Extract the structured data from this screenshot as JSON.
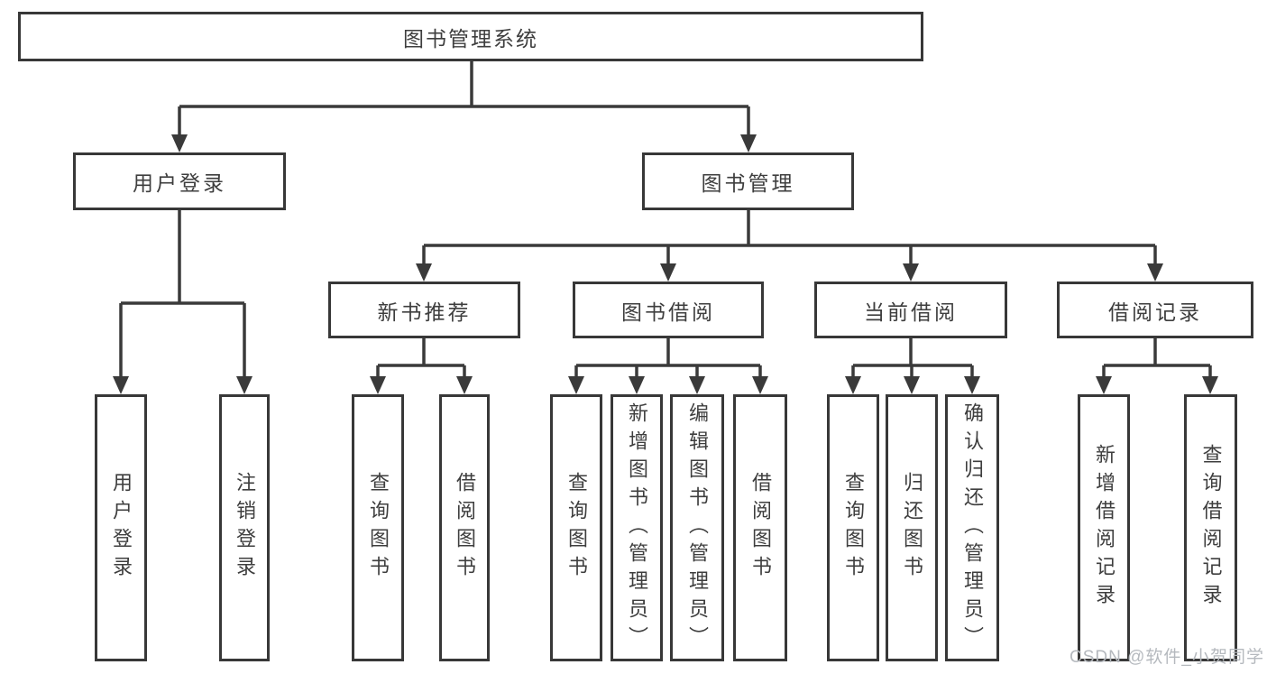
{
  "tree": {
    "root": "图书管理系统",
    "branches": [
      {
        "label": "用户登录",
        "children": [
          "用户登录",
          "注销登录"
        ]
      },
      {
        "label": "图书管理",
        "sections": [
          {
            "label": "新书推荐",
            "children": [
              "查询图书",
              "借阅图书"
            ]
          },
          {
            "label": "图书借阅",
            "children": [
              "查询图书",
              "新增图书（管理员）",
              "编辑图书（管理员）",
              "借阅图书"
            ]
          },
          {
            "label": "当前借阅",
            "children": [
              "查询图书",
              "归还图书",
              "确认归还（管理员）"
            ]
          },
          {
            "label": "借阅记录",
            "children": [
              "新增借阅记录",
              "查询借阅记录"
            ]
          }
        ]
      }
    ]
  },
  "watermark": "CSDN @软件_小贺同学",
  "colors": {
    "line": "#3a3a3a",
    "box_border": "#383838",
    "box_background": "#ffffff",
    "text": "#3e3e3e",
    "watermark": "#b5b9be",
    "page_background": "#ffffff"
  }
}
